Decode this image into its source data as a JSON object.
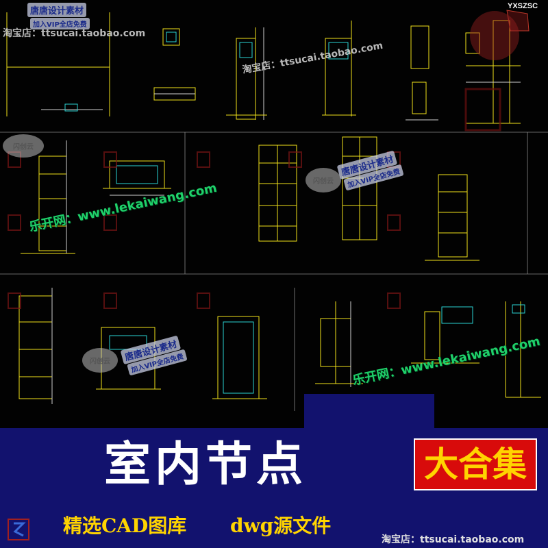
{
  "watermarks": {
    "shop_top_left": "淘宝店：ttsucai.taobao.com",
    "shop_center": "淘宝店：ttsucai.taobao.com",
    "shop_bottom_right": "淘宝店：ttsucai.taobao.com",
    "corner_code": "YXSZSC",
    "lekai_1": "乐开网：www.lekaiwang.com",
    "lekai_2": "乐开网：www.lekaiwang.com",
    "badge_name": "唐唐设计素材",
    "badge_tag": "加入VIP全店免费",
    "blob_label": "闪创云"
  },
  "banner": {
    "title": "室内节点",
    "set_label": "大合集",
    "subtitle_left": "精选CAD图库",
    "subtitle_right": "dwg源文件"
  },
  "colors": {
    "background": "#000000",
    "cad_line": "#f2e31a",
    "cad_accent": "#2bd4d4",
    "cad_dim": "#d0d0d0",
    "banner": "#12126e",
    "badge_red": "#d80b0b",
    "badge_text": "#ffd400",
    "lekai_green": "#1fd06a"
  },
  "icons": [
    "logo-mark-icon"
  ]
}
